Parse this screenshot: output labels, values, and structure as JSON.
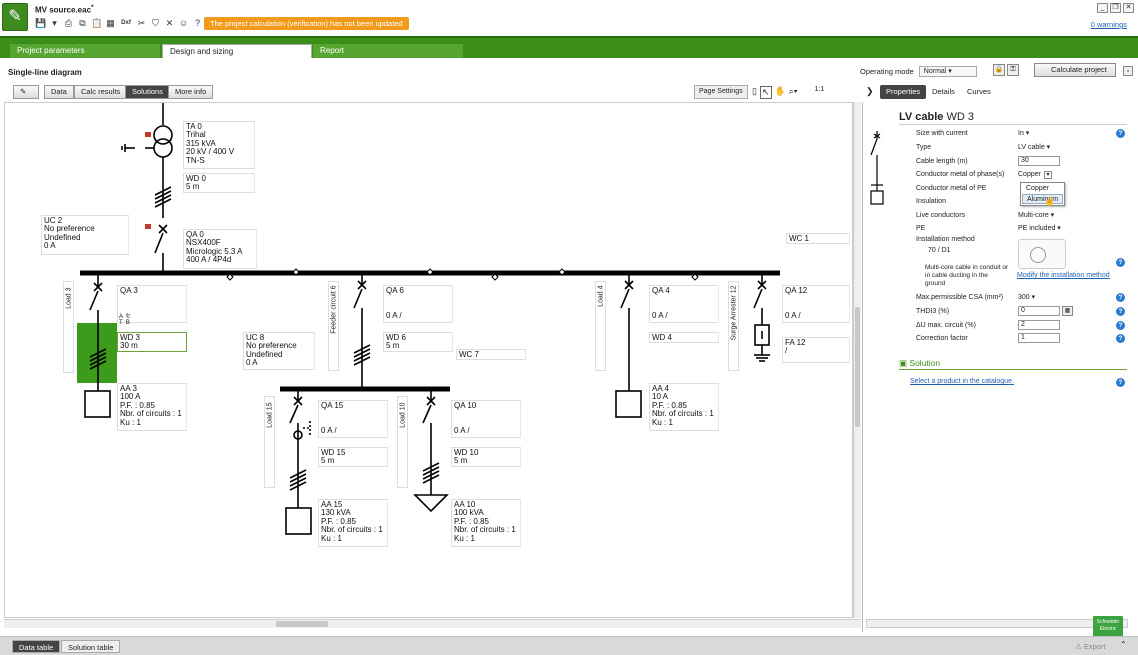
{
  "window": {
    "file_name": "MV source.eac",
    "modified_mark": "*",
    "warning_banner": "The project calculation (verification) has not been updated",
    "warnings_link": "0 warnings"
  },
  "main_tabs": [
    {
      "label": "Project parameters"
    },
    {
      "label": "Design and sizing"
    },
    {
      "label": "Report"
    }
  ],
  "diagram_header": {
    "title": "Single-line diagram",
    "operating_mode_label": "Operating mode",
    "operating_mode_value": "Normal",
    "calculate_button": "Calculate project"
  },
  "diagram_toolbar": {
    "tabs": [
      "Data",
      "Calc results",
      "Solutions",
      "More info"
    ],
    "page_settings": "Page Settings",
    "ratio": "1:1"
  },
  "sld": {
    "ta0": "TA 0\nTrihal\n315 kVA\n20 kV / 400 V\nTN-S",
    "wd0": "WD 0\n5 m",
    "uc2": "UC 2\nNo preference\nUndefined\n0 A",
    "qa0": "QA 0\nNSX400F\nMicrologic 5.3 A\n400 A / 4P4d",
    "wc1": "WC 1",
    "qa3": "QA 3",
    "qa3_poles": "A  ⅊\nT  B",
    "wd3": "WD 3\n30 m",
    "aa3": "AA 3\n100 A\nP.F. : 0.85\nNbr. of circuits : 1\nKu : 1",
    "load3": "Load 3",
    "uc8": "UC 8\nNo preference\nUndefined\n0 A",
    "feeder6": "Feeder circuit 6",
    "qa6": "QA 6\n\n\n0 A /",
    "wd6": "WD 6\n5 m",
    "wc7": "WC 7",
    "qa15": "QA 15\n\n\n0 A /",
    "wd15": "WD 15\n5 m",
    "aa15": "AA 15\n130 kVA\nP.F. : 0.85\nNbr. of circuits : 1\nKu : 1",
    "load15": "Load 15",
    "qa10": "QA 10\n\n\n0 A /",
    "wd10": "WD 10\n5 m",
    "aa10": "AA 10\n100 kVA\nP.F. : 0.85\nNbr. of circuits : 1\nKu : 1",
    "load10": "Load 10",
    "qa4": "QA 4\n\n\n0 A /",
    "wd4": "WD 4",
    "aa4": "AA 4\n10 A\nP.F. : 0.85\nNbr. of circuits : 1\nKu : 1",
    "load4": "Load 4",
    "surge": "Surge Arrester 12",
    "qa12": "QA 12\n\n\n0 A /",
    "fa12": "FA 12\n/"
  },
  "right_panel": {
    "tabs": [
      "Properties",
      "Details",
      "Curves"
    ],
    "title_main": "LV cable",
    "title_sub": "WD 3",
    "properties": [
      {
        "label": "Size with current",
        "value": "In",
        "caret": true
      },
      {
        "label": "Type",
        "value": "LV cable",
        "caret": true
      },
      {
        "label": "Cable length  (m)",
        "value": "30",
        "input": true
      },
      {
        "label": "Conductor metal of phase(s)",
        "value": "Copper",
        "caret": true
      },
      {
        "label": "Conductor metal of PE",
        "value": ""
      },
      {
        "label": "Insulation",
        "value": ""
      },
      {
        "label": "Live conductors",
        "value": "Multi-core",
        "caret": true
      },
      {
        "label": "PE",
        "value": "PE included",
        "caret": true
      },
      {
        "label": "Installation method",
        "value": ""
      }
    ],
    "installation_code": "70 / D1",
    "installation_desc": "Multi-core cable in conduit or\nin cable ducting in the\nground",
    "installation_link": "Modify the installation method",
    "properties2": [
      {
        "label": "Max.permissible CSA  (mm²)",
        "value": "300",
        "caret": true
      },
      {
        "label": "THDI3  (%)",
        "value": "0",
        "input": true
      },
      {
        "label": "ΔU max. circuit  (%)",
        "value": "2",
        "input": true
      },
      {
        "label": "Correction factor",
        "value": "1",
        "input": true
      }
    ],
    "dropdown_options": [
      "Copper",
      "Aluminum"
    ],
    "solution_header": "Solution",
    "solution_link": "Select a product in the catalogue."
  },
  "bottom": {
    "tabs": [
      "Data table",
      "Solution table"
    ],
    "export": "Export"
  },
  "colors": {
    "brand_green": "#3c8e1a",
    "warning_orange": "#f29a1c",
    "selection_green": "#3d9b1c",
    "link_blue": "#1f5fb5"
  }
}
